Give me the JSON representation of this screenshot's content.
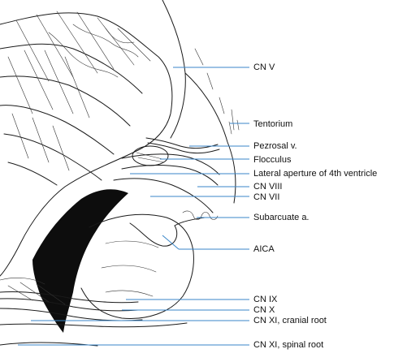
{
  "labels": {
    "cn_v": "CN V",
    "tentorium": "Tentorium",
    "petrosal_v": "Pezrosal v.",
    "flocculus": "Flocculus",
    "lateral_aperture": "Lateral aperture of 4th ventricle",
    "cn_viii": "CN VIII",
    "cn_vii": "CN VII",
    "subarcuate_a": "Subarcuate a.",
    "aica": "AICA",
    "cn_ix": "CN IX",
    "cn_x": "CN X",
    "cn_xi_cranial": "CN XI, cranial root",
    "cn_xi_spinal": "CN XI, spinal root"
  },
  "colors": {
    "leader_lines": "#3a86c8",
    "ink": "#1a1a1a",
    "dark_cavity": "#0d0d0d"
  }
}
